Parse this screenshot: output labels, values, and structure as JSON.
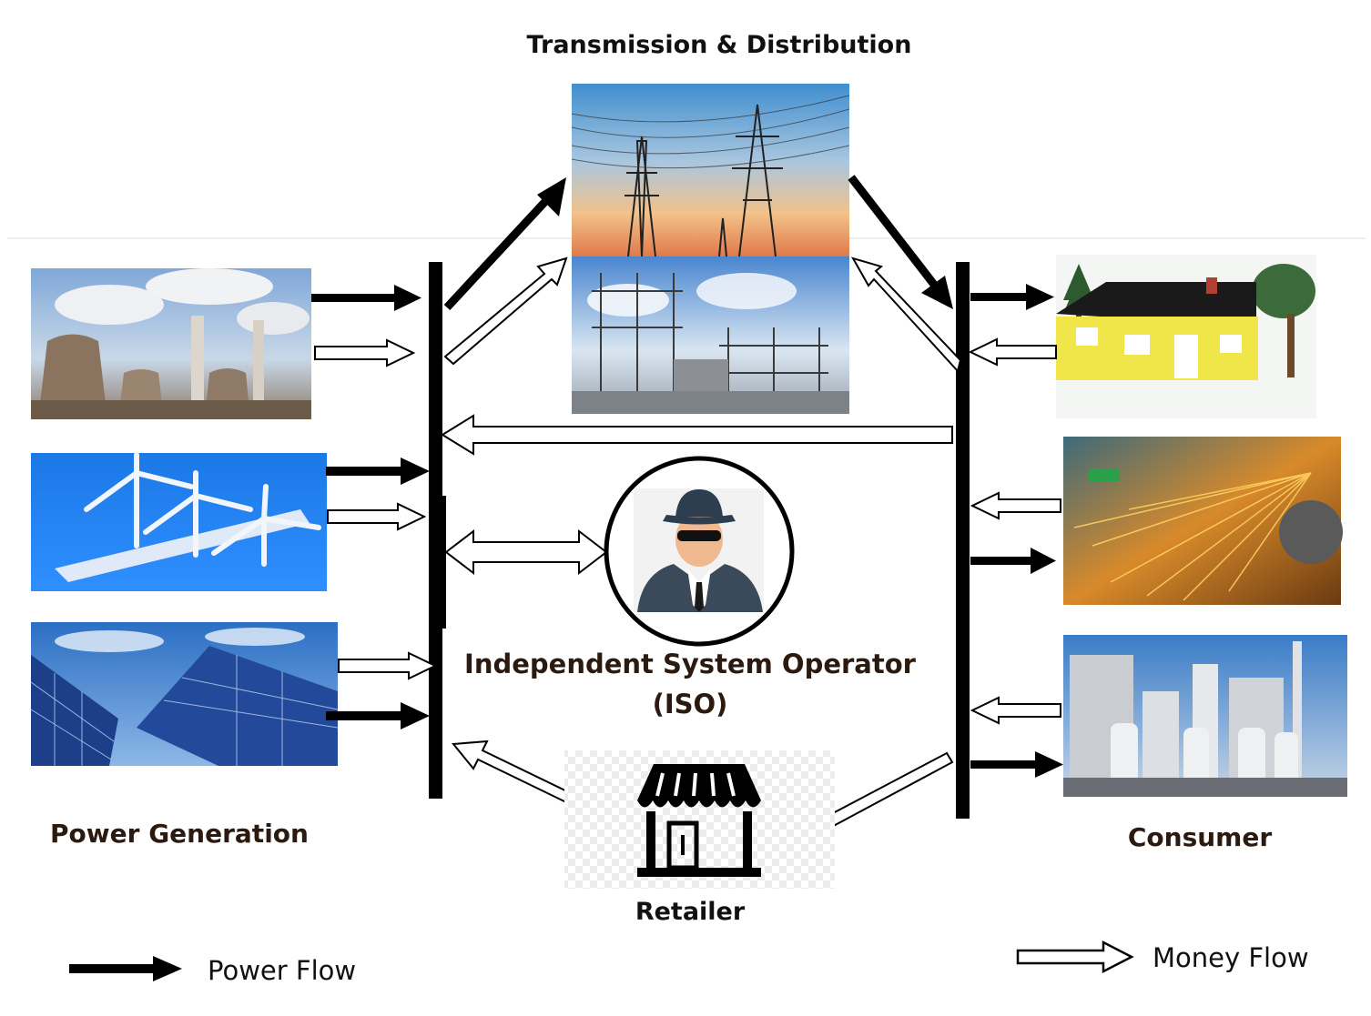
{
  "labels": {
    "transmission": "Transmission & Distribution",
    "power_generation": "Power Generation",
    "consumer": "Consumer",
    "iso_line1": "Independent System Operator",
    "iso_line2": "(ISO)",
    "retailer": "Retailer"
  },
  "legend": {
    "power_flow": "Power Flow",
    "money_flow": "Money Flow"
  },
  "colors": {
    "power_arrow": "#000000",
    "money_arrow_fill": "#ffffff",
    "bus_bar": "#000000",
    "label_text": "#111111"
  },
  "icons": {
    "thermal_plant": "thermal-power-plant-image",
    "wind_farm": "wind-turbines-image",
    "solar_farm": "solar-panels-image",
    "transmission_towers": "transmission-towers-image",
    "substation": "substation-image",
    "house": "house-image",
    "industry": "industrial-sparks-image",
    "refinery": "industrial-plant-image",
    "iso_operator": "spy-operator-icon",
    "retailer_store": "storefront-icon"
  }
}
